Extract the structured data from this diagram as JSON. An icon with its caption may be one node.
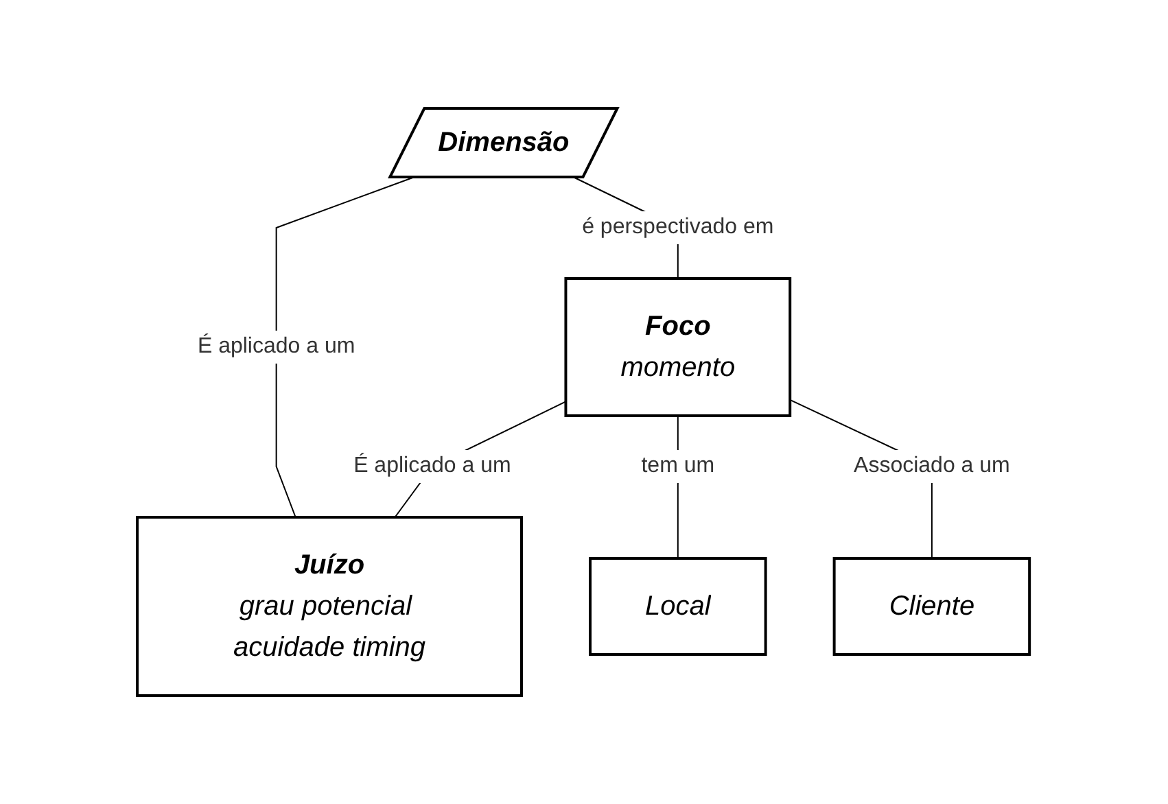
{
  "diagram": {
    "nodes": [
      {
        "text": [
          "Dimensão"
        ]
      },
      {
        "text": [
          "Foco",
          "momento"
        ]
      },
      {
        "text": [
          "Juízo",
          "grau potencial acuidade timing"
        ]
      },
      {
        "text": [
          "Local"
        ]
      },
      {
        "text": [
          "Cliente"
        ]
      }
    ],
    "edges": [
      {
        "from": 0,
        "to": 1,
        "arrow": "none",
        "label": "é perspectivado em"
      },
      {
        "from": 0,
        "to": 2,
        "arrow": "none",
        "label": "É aplicado a um"
      },
      {
        "from": 1,
        "to": 2,
        "arrow": "none",
        "label": "É aplicado a um"
      },
      {
        "from": 1,
        "to": 3,
        "arrow": "none",
        "label": "tem um"
      },
      {
        "from": 1,
        "to": 4,
        "arrow": "none",
        "label": "Associado a um"
      }
    ]
  }
}
